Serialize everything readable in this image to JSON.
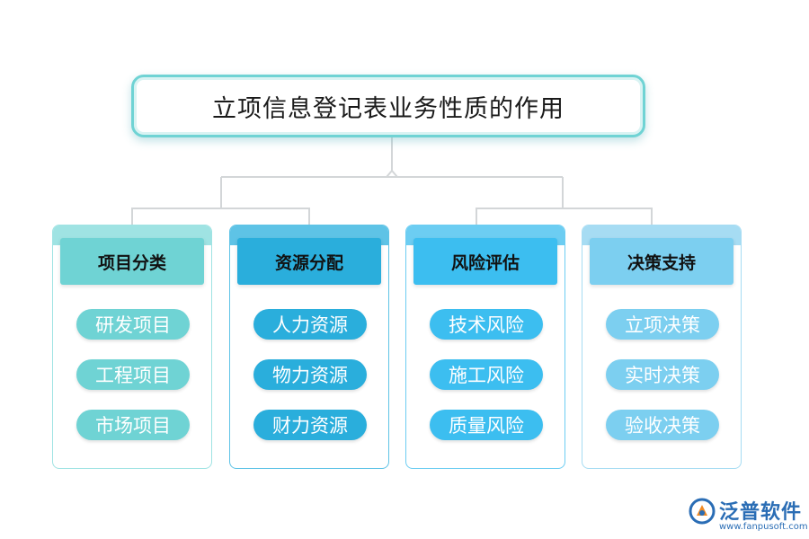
{
  "title": "立项信息登记表业务性质的作用",
  "categories": [
    {
      "label": "项目分类",
      "items": [
        "研发项目",
        "工程项目",
        "市场项目"
      ],
      "header_color": "#6fd3d4",
      "pill_color": "#6fd3d4",
      "border_color": "#9fe3e3"
    },
    {
      "label": "资源分配",
      "items": [
        "人力资源",
        "物力资源",
        "财力资源"
      ],
      "header_color": "#2aaedc",
      "pill_color": "#2aaedc",
      "border_color": "#5ec3e6"
    },
    {
      "label": "风险评估",
      "items": [
        "技术风险",
        "施工风险",
        "质量风险"
      ],
      "header_color": "#3cbef0",
      "pill_color": "#3cbef0",
      "border_color": "#6ccdf2"
    },
    {
      "label": "决策支持",
      "items": [
        "立项决策",
        "实时决策",
        "验收决策"
      ],
      "header_color": "#7ccff0",
      "pill_color": "#7ccff0",
      "border_color": "#a6dcf3"
    }
  ],
  "brand": {
    "name": "泛普软件",
    "url": "www.fanpusoft.com",
    "color": "#2a6db5"
  },
  "connector_color": "#d3d6d8"
}
